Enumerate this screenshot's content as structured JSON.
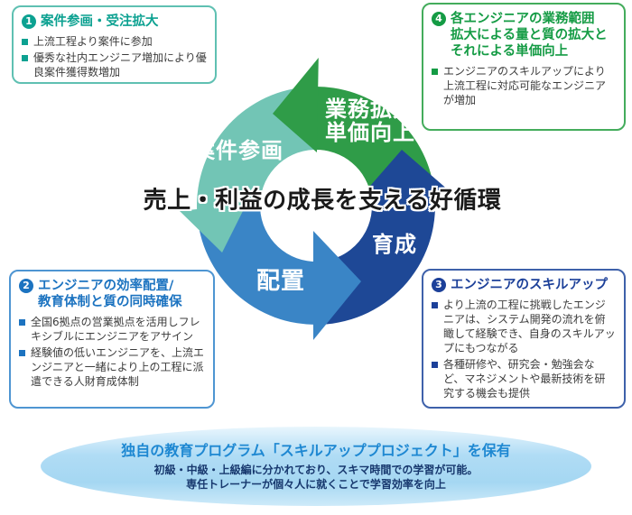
{
  "theme": {
    "teal": "#0ca191",
    "teal-border": "#5fc0b2",
    "green": "#149b44",
    "green-border": "#44ac5c",
    "blue": "#1c73c0",
    "blue-border": "#4e95d2",
    "navy": "#1c4099",
    "navy-border": "#3e61aa",
    "arrow-teal": "#72c5b5",
    "arrow-green": "#2f9c48",
    "arrow-blue": "#3a85c6",
    "arrow-navy": "#1e4896",
    "body-text": "#3c3c3c",
    "banner-title": "#1e88d2",
    "banner-text": "#17386e"
  },
  "boxes": {
    "b1": {
      "number": "1",
      "title_line1": "案件参画・受注拡大",
      "bullets": [
        "上流工程より案件に参加",
        "優秀な社内エンジニア増加により優良案件獲得数増加"
      ]
    },
    "b2": {
      "number": "2",
      "title_line1": "エンジニアの効率配置/",
      "title_line2": "教育体制と質の同時確保",
      "bullets": [
        "全国6拠点の営業拠点を活用しフレキシブルにエンジニアをアサイン",
        "経験値の低いエンジニアを、上流エンジニアと一緒により上の工程に派遣できる人財育成体制"
      ]
    },
    "b3": {
      "number": "3",
      "title_line1": "エンジニアのスキルアップ",
      "bullets": [
        "より上流の工程に挑戦したエンジニアは、システム開発の流れを俯瞰して経験でき、自身のスキルアップにもつながる",
        "各種研修や、研究会・勉強会など、マネジメントや最新技術を研究する機会も提供"
      ]
    },
    "b4": {
      "number": "4",
      "title_line1": "各エンジニアの業務範囲",
      "title_line2": "拡大による量と質の拡大と",
      "title_line3": "それによる単価向上",
      "bullets": [
        "エンジニアのスキルアップにより上流工程に対応可能なエンジニアが増加"
      ]
    }
  },
  "cycle": {
    "headline": "売上・利益の成長を支える好循環",
    "segments": {
      "join": {
        "label": "案件参画",
        "color": "#72c5b5"
      },
      "expand": {
        "label_line1": "業務拡大",
        "label_line2": "単価向上",
        "color": "#2f9c48"
      },
      "assign": {
        "label": "配置",
        "color": "#3a85c6"
      },
      "develop": {
        "label": "育成",
        "color": "#1e4896"
      }
    },
    "flow_order": [
      "案件参画",
      "配置",
      "育成",
      "業務拡大・単価向上"
    ]
  },
  "banner": {
    "title": "独自の教育プログラム「スキルアッププロジェクト」を保有",
    "line1": "初級・中級・上級編に分かれており、スキマ時間での学習が可能。",
    "line2": "専任トレーナーが個々人に就くことで学習効率を向上"
  }
}
